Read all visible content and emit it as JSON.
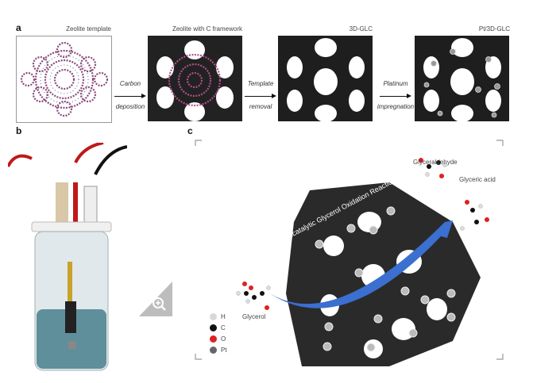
{
  "panel_a": {
    "label": "a",
    "steps": [
      {
        "title": "Zeolite template"
      },
      {
        "title": "Zeolite with C framework"
      },
      {
        "title": "3D-GLC"
      },
      {
        "title": "Pt/3D-GLC"
      }
    ],
    "arrows": [
      {
        "line1": "Carbon",
        "line2": "deposition"
      },
      {
        "line1": "Template",
        "line2": "removal"
      },
      {
        "line1": "Platinum",
        "line2": "impregnation"
      }
    ]
  },
  "panel_b": {
    "label": "b"
  },
  "panel_c": {
    "label": "c",
    "reaction_label": "Electrocatalytic Glycerol Oxidation Reaction",
    "reactant": "Glycerol",
    "products": [
      "Glyceraldehyde",
      "Glyceric acid"
    ],
    "legend": [
      {
        "symbol": "H",
        "color": "#d8d8d8"
      },
      {
        "symbol": "C",
        "color": "#111111"
      },
      {
        "symbol": "O",
        "color": "#e02020"
      },
      {
        "symbol": "Pt",
        "color": "#666666"
      }
    ]
  },
  "colors": {
    "arrow_blue": "#3b6fd0",
    "framework": "#2a2a2a"
  }
}
